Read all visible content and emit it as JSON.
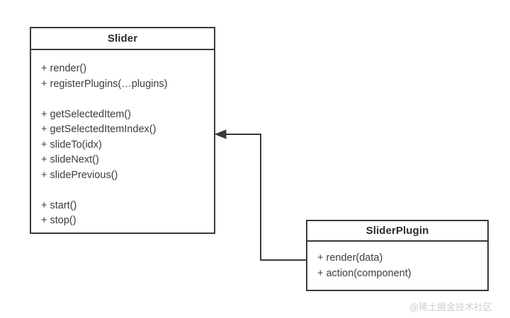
{
  "diagram": {
    "type": "uml-class-diagram",
    "background_color": "#ffffff",
    "stroke_color": "#3a3a3a",
    "text_color": "#3c3c3c"
  },
  "classes": [
    {
      "id": "slider",
      "name": "Slider",
      "members": [
        "+ render()",
        "+ registerPlugins(…plugins)",
        "",
        "+ getSelectedItem()",
        "+ getSelectedItemIndex()",
        "+ slideTo(idx)",
        "+ slideNext()",
        "+ slidePrevious()",
        "",
        "+ start()",
        "+ stop()"
      ]
    },
    {
      "id": "sliderplugin",
      "name": "SliderPlugin",
      "members": [
        "+ render(data)",
        "+ action(component)"
      ]
    }
  ],
  "connector": {
    "name": "association-arrow",
    "from": "SliderPlugin",
    "to": "Slider",
    "arrow_head": "open-arrow",
    "direction": "points-to-slider"
  },
  "watermark": {
    "text": "@稀土掘金技术社区"
  }
}
